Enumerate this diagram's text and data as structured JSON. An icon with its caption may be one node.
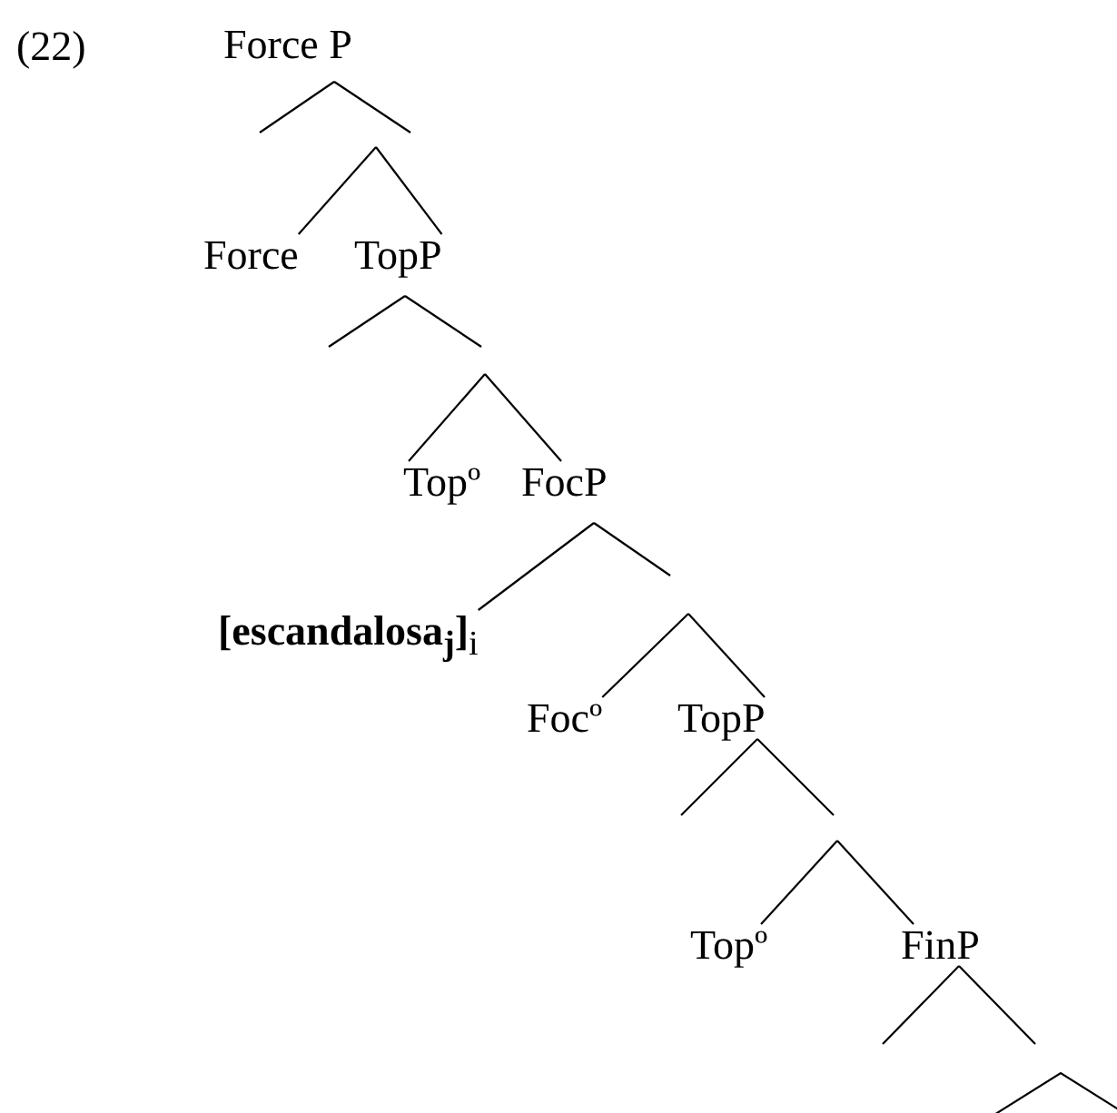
{
  "diagram": {
    "nodes": [
      {
        "text": [
          "Force P"
        ]
      },
      {
        "text": [
          "Force"
        ]
      },
      {
        "text": [
          "TopP"
        ]
      },
      {
        "text": [
          "Topº"
        ]
      },
      {
        "text": [
          "FocP"
        ]
      },
      {
        "text": [
          "**[escandalosa$_{j}$]**$_{i}$"
        ]
      },
      {
        "text": [
          "Focº"
        ]
      },
      {
        "text": [
          "TopP"
        ]
      },
      {
        "text": [
          "Topº"
        ]
      },
      {
        "text": [
          "FinP"
        ]
      }
    ],
    "edges": [
      {
        "from": 0,
        "to": null,
        "arrow": "none"
      },
      {
        "from": 0,
        "to": null,
        "arrow": "none"
      },
      {
        "from": null,
        "to": 1,
        "arrow": "none"
      },
      {
        "from": null,
        "to": 2,
        "arrow": "none"
      },
      {
        "from": 2,
        "to": null,
        "arrow": "none"
      },
      {
        "from": 2,
        "to": null,
        "arrow": "none"
      },
      {
        "from": null,
        "to": 3,
        "arrow": "none"
      },
      {
        "from": null,
        "to": 4,
        "arrow": "none"
      },
      {
        "from": 4,
        "to": 5,
        "arrow": "none"
      },
      {
        "from": 4,
        "to": null,
        "arrow": "none"
      },
      {
        "from": null,
        "to": 6,
        "arrow": "none"
      },
      {
        "from": null,
        "to": 7,
        "arrow": "none"
      },
      {
        "from": 7,
        "to": null,
        "arrow": "none"
      },
      {
        "from": 7,
        "to": null,
        "arrow": "none"
      },
      {
        "from": null,
        "to": 8,
        "arrow": "none"
      },
      {
        "from": null,
        "to": 9,
        "arrow": "none"
      },
      {
        "from": 9,
        "to": null,
        "arrow": "none"
      },
      {
        "from": 9,
        "to": null,
        "arrow": "none"
      }
    ],
    "labels": [
      "(22)"
    ]
  }
}
